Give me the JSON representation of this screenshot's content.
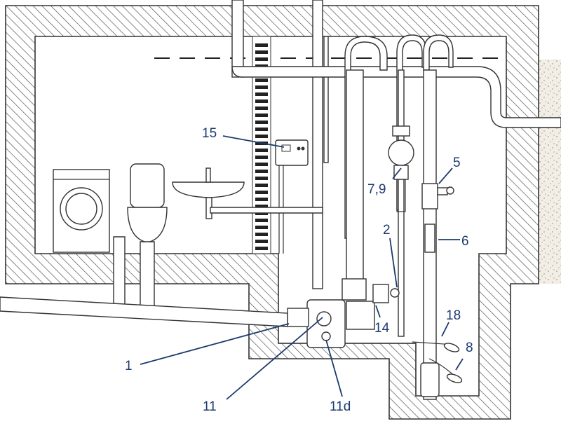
{
  "diagram": {
    "callouts": [
      {
        "id": "c1",
        "label": "1"
      },
      {
        "id": "c2",
        "label": "2"
      },
      {
        "id": "c5",
        "label": "5"
      },
      {
        "id": "c6",
        "label": "6"
      },
      {
        "id": "c79",
        "label": "7,9"
      },
      {
        "id": "c8",
        "label": "8"
      },
      {
        "id": "c11",
        "label": "11"
      },
      {
        "id": "c11d",
        "label": "11d"
      },
      {
        "id": "c14",
        "label": "14"
      },
      {
        "id": "c15",
        "label": "15"
      },
      {
        "id": "c18",
        "label": "18"
      }
    ],
    "colors": {
      "callout": "#1c3a6e",
      "line": "#333333",
      "hatch": "#555555",
      "soil": "#f2eee6",
      "background": "#ffffff"
    },
    "icons": [
      "washing-machine-icon",
      "toilet-icon",
      "sink-icon",
      "control-box-icon",
      "pump-icon",
      "valve-icon",
      "float-switch-icon"
    ]
  }
}
